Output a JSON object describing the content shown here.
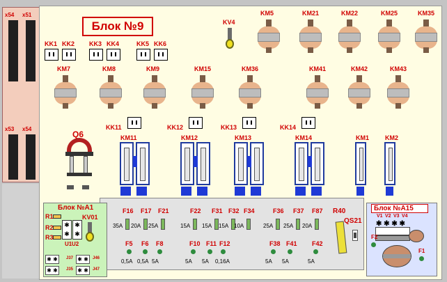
{
  "left_strip": {
    "x54_top": "x54",
    "x51": "x51",
    "x53": "x53",
    "x54_mid": "x54"
  },
  "title": "Блок №9",
  "kv4": "KV4",
  "top_coils": [
    "KM5",
    "KM21",
    "KM22",
    "KM25",
    "KM35"
  ],
  "kk_labels": [
    "KK1",
    "KK2",
    "KK3",
    "KK4",
    "KK5",
    "KK6"
  ],
  "mid_coils": [
    "KM7",
    "KM8",
    "KM9",
    "KM15",
    "KM36",
    "KM41",
    "KM42",
    "KM43"
  ],
  "q6": "Q6",
  "kk_lower": [
    "KK11",
    "KK12",
    "KK13",
    "KK14"
  ],
  "contactors": [
    "KM11",
    "KM12",
    "KM13",
    "KM14",
    "KM1",
    "KM2"
  ],
  "blockA1": {
    "title": "Блок №А1",
    "r1": "R1",
    "r2": "R2",
    "r3": "R3",
    "kv01": "KV01",
    "u1": "U1",
    "u2": "U2",
    "j37": "J37",
    "j35": "J35",
    "j46": "J46",
    "j47": "J47"
  },
  "fuses_top": [
    {
      "name": "F16",
      "val": "35A"
    },
    {
      "name": "F17",
      "val": "20A"
    },
    {
      "name": "F21",
      "val": "25A"
    },
    {
      "name": "F22",
      "val": "15A"
    },
    {
      "name": "F31",
      "val": "15A"
    },
    {
      "name": "F32",
      "val": "15A"
    },
    {
      "name": "F34",
      "val": "10A"
    },
    {
      "name": "F36",
      "val": "25A"
    },
    {
      "name": "F37",
      "val": "25A"
    },
    {
      "name": "F87",
      "val": "20A"
    }
  ],
  "fuses_bottom": [
    {
      "name": "F5",
      "val": "0,5A"
    },
    {
      "name": "F6",
      "val": "0,5A"
    },
    {
      "name": "F8",
      "val": "5A"
    },
    {
      "name": "F10",
      "val": "5A"
    },
    {
      "name": "F11",
      "val": "5A"
    },
    {
      "name": "F12",
      "val": "0,16A"
    },
    {
      "name": "F38",
      "val": "5A"
    },
    {
      "name": "F41",
      "val": "5A"
    },
    {
      "name": "F42",
      "val": "5A"
    }
  ],
  "r40": "R40",
  "qs21": "QS21",
  "blockA15": {
    "title": "Блок №А15",
    "v1": "V1",
    "v2": "V2",
    "v3": "V3",
    "v4": "V4",
    "f2": "F2",
    "f1": "F1"
  }
}
